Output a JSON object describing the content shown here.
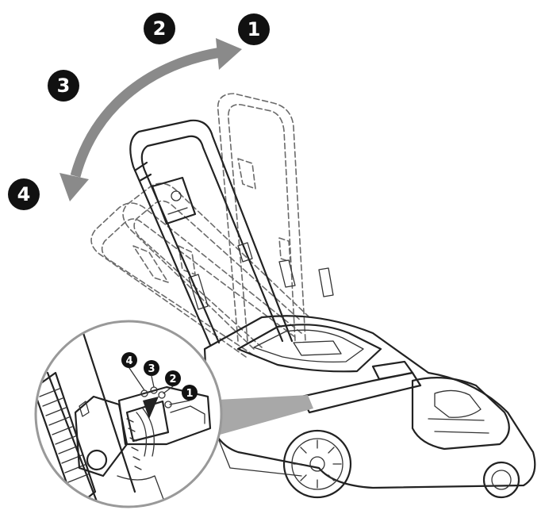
{
  "colors": {
    "badge": "#111111",
    "arrow": "#8a8a8a",
    "outline": "#222222",
    "ghost": "#6a6a6a",
    "callout": "#a8a8a8"
  },
  "positions": {
    "p1": "1",
    "p2": "2",
    "p3": "3",
    "p4": "4"
  },
  "detail_positions": {
    "p1": "1",
    "p2": "2",
    "p3": "3",
    "p4": "4"
  }
}
